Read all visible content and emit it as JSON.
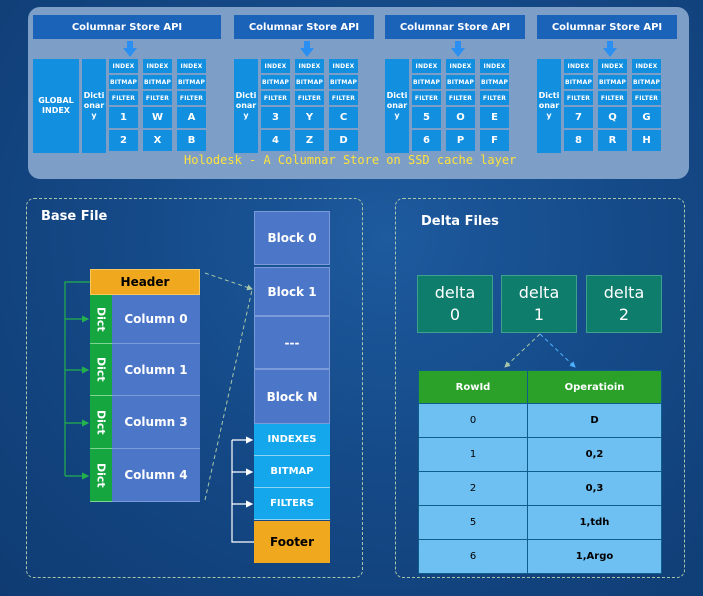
{
  "top": {
    "api_label": "Columnar Store API",
    "global_index": "GLOBAL INDEX",
    "dictionary": "Dictionary",
    "meta_labels": [
      "INDEX",
      "BITMAP",
      "FILTER"
    ],
    "groups": [
      {
        "values": [
          [
            "1",
            "W",
            "A"
          ],
          [
            "2",
            "X",
            "B"
          ]
        ],
        "has_global": true
      },
      {
        "values": [
          [
            "3",
            "Y",
            "C"
          ],
          [
            "4",
            "Z",
            "D"
          ]
        ],
        "has_global": false
      },
      {
        "values": [
          [
            "5",
            "O",
            "E"
          ],
          [
            "6",
            "P",
            "F"
          ]
        ],
        "has_global": false
      },
      {
        "values": [
          [
            "7",
            "Q",
            "G"
          ],
          [
            "8",
            "R",
            "H"
          ]
        ],
        "has_global": false
      }
    ],
    "caption": "Holodesk - A Columnar Store on SSD cache layer"
  },
  "base": {
    "title": "Base File",
    "header": "Header",
    "dict_label": "Dict",
    "columns": [
      "Column 0",
      "Column 1",
      "Column 3",
      "Column 4"
    ],
    "blocks": [
      "Block 0",
      "Block 1",
      "---",
      "Block N"
    ],
    "meta": [
      "INDEXES",
      "BITMAP",
      "FILTERS"
    ],
    "footer": "Footer"
  },
  "delta": {
    "title": "Delta Files",
    "boxes": [
      {
        "word": "delta",
        "num": "0"
      },
      {
        "word": "delta",
        "num": "1"
      },
      {
        "word": "delta",
        "num": "2"
      }
    ],
    "table": {
      "headers": [
        "RowId",
        "Operatioin"
      ],
      "rows": [
        [
          "0",
          "D"
        ],
        [
          "1",
          "0,2"
        ],
        [
          "2",
          "0,3"
        ],
        [
          "5",
          "1,tdh"
        ],
        [
          "6",
          "1,Argo"
        ]
      ]
    }
  },
  "colors": {
    "api_bar": "#1b62b9",
    "cell": "#138fe0",
    "header": "#f0a81f",
    "dict": "#16a640",
    "column": "#4c76c8",
    "delta": "#0e7d6b",
    "table_header": "#2ba12a",
    "table_cell": "#6ec0f2",
    "caption": "#ffe23a"
  }
}
